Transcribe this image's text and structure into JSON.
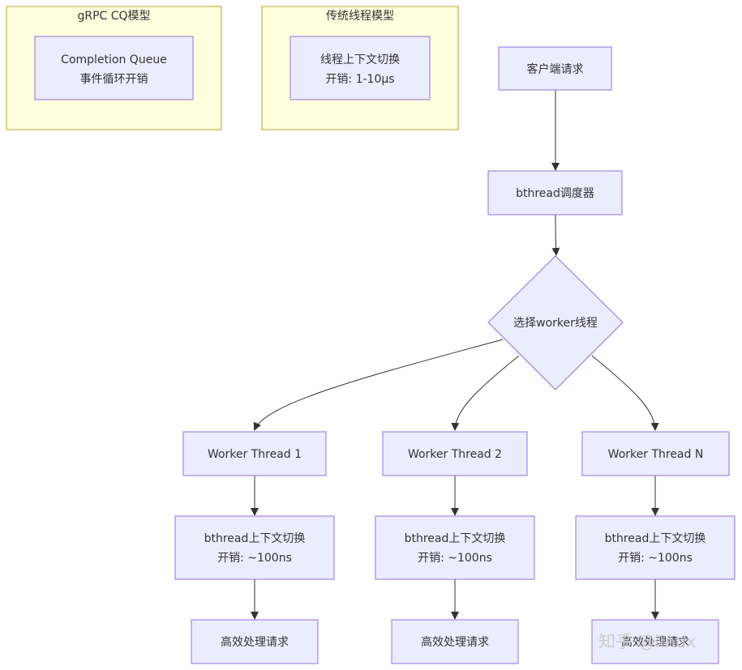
{
  "colors": {
    "node_fill": "#ECECFF",
    "node_stroke": "#9370DB",
    "cluster_fill": "#FFFFDE",
    "cluster_stroke": "#AAAA33",
    "edge": "#333333",
    "text": "#333333"
  },
  "clusters": {
    "grpc": {
      "title": "gRPC CQ模型"
    },
    "traditional": {
      "title": "传统线程模型"
    }
  },
  "nodes": {
    "cq": {
      "line1": "Completion Queue",
      "line2": "事件循环开销"
    },
    "ctx": {
      "line1": "线程上下文切换",
      "line2": "开销: 1-10μs"
    },
    "client": {
      "label": "客户端请求"
    },
    "scheduler": {
      "label": "bthread调度器"
    },
    "select": {
      "label": "选择worker线程"
    },
    "worker1": {
      "label": "Worker Thread 1"
    },
    "worker2": {
      "label": "Worker Thread 2"
    },
    "workerN": {
      "label": "Worker Thread N"
    },
    "switch1": {
      "line1": "bthread上下文切换",
      "line2": "开销: ~100ns"
    },
    "switch2": {
      "line1": "bthread上下文切换",
      "line2": "开销: ~100ns"
    },
    "switchN": {
      "line1": "bthread上下文切换",
      "line2": "开销: ~100ns"
    },
    "handle1": {
      "label": "高效处理请求"
    },
    "handle2": {
      "label": "高效处理请求"
    },
    "handleN": {
      "label": "高效处理请求"
    }
  },
  "watermark": {
    "text": "知乎 @linux"
  }
}
